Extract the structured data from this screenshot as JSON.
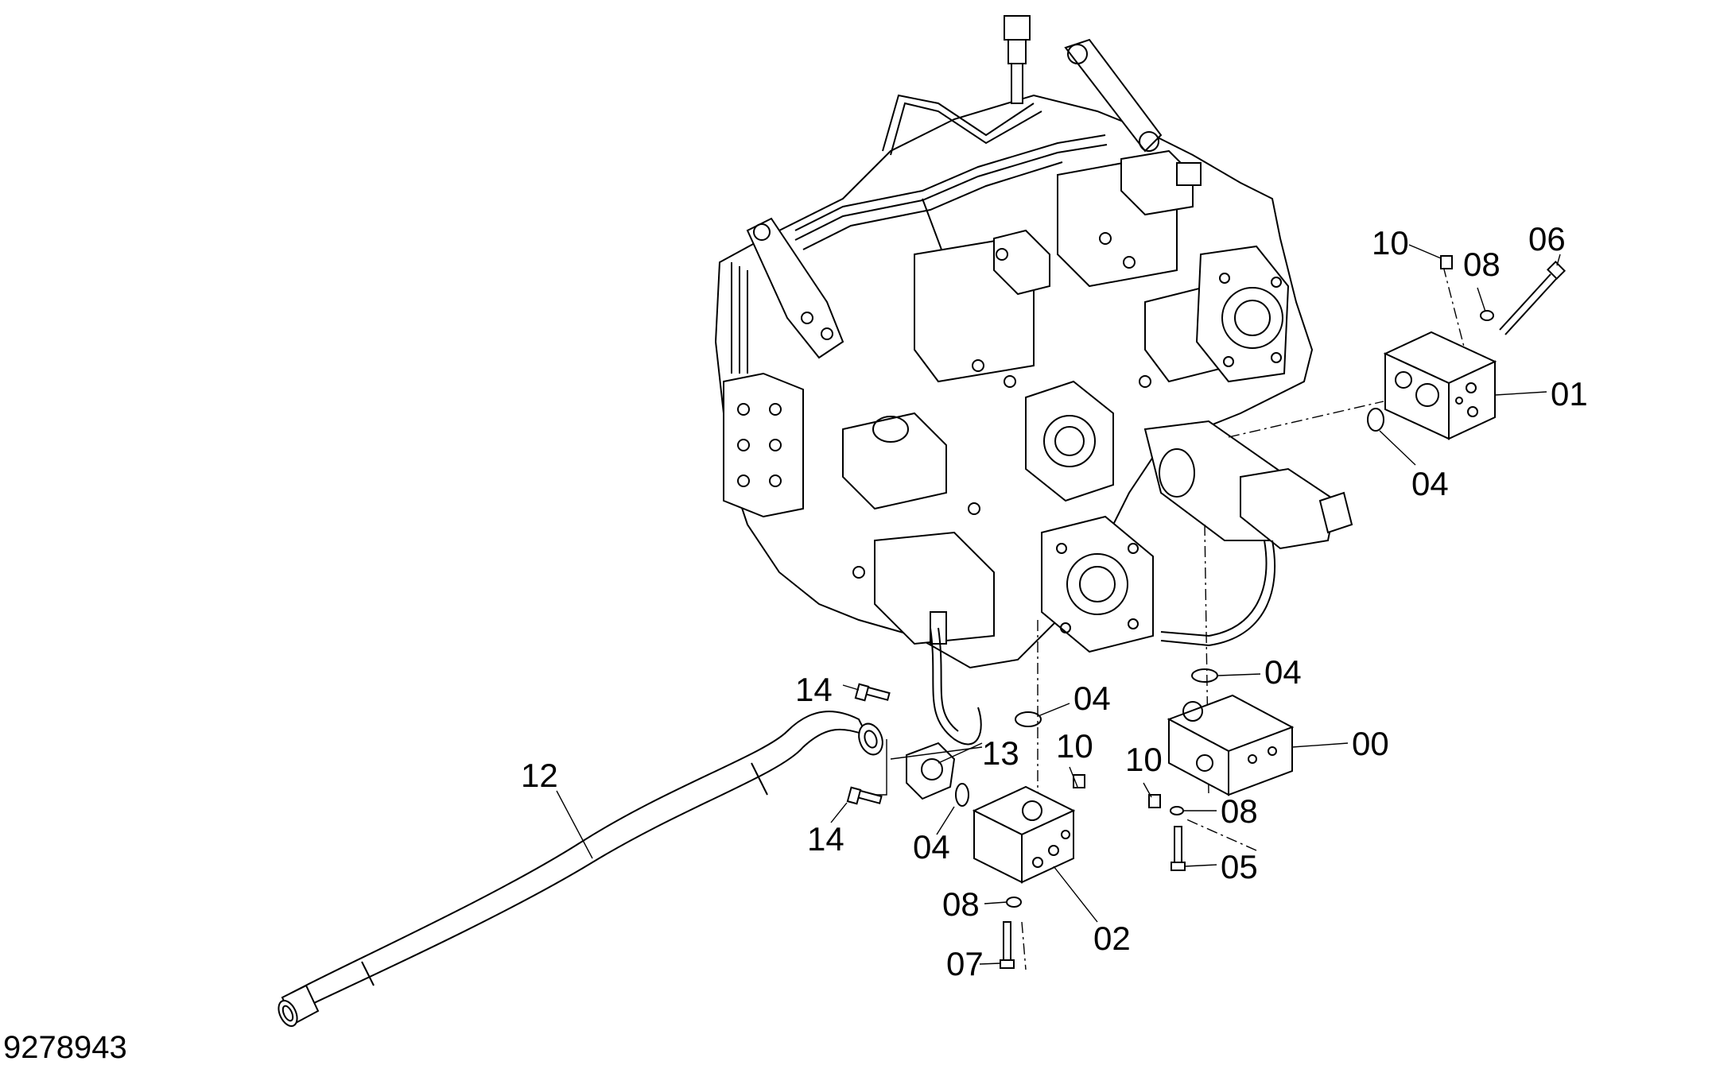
{
  "drawing": {
    "number": "9278943",
    "accent_color": "#000000",
    "background_color": "#ffffff"
  },
  "callouts": [
    {
      "id": "c00",
      "label": "00"
    },
    {
      "id": "c01",
      "label": "01"
    },
    {
      "id": "c02",
      "label": "02"
    },
    {
      "id": "c04a",
      "label": "04"
    },
    {
      "id": "c04b",
      "label": "04"
    },
    {
      "id": "c04c",
      "label": "04"
    },
    {
      "id": "c04d",
      "label": "04"
    },
    {
      "id": "c05",
      "label": "05"
    },
    {
      "id": "c06",
      "label": "06"
    },
    {
      "id": "c07",
      "label": "07"
    },
    {
      "id": "c08a",
      "label": "08"
    },
    {
      "id": "c08b",
      "label": "08"
    },
    {
      "id": "c08c",
      "label": "08"
    },
    {
      "id": "c10a",
      "label": "10"
    },
    {
      "id": "c10b",
      "label": "10"
    },
    {
      "id": "c10c",
      "label": "10"
    },
    {
      "id": "c12",
      "label": "12"
    },
    {
      "id": "c13",
      "label": "13"
    },
    {
      "id": "c14a",
      "label": "14"
    },
    {
      "id": "c14b",
      "label": "14"
    }
  ]
}
